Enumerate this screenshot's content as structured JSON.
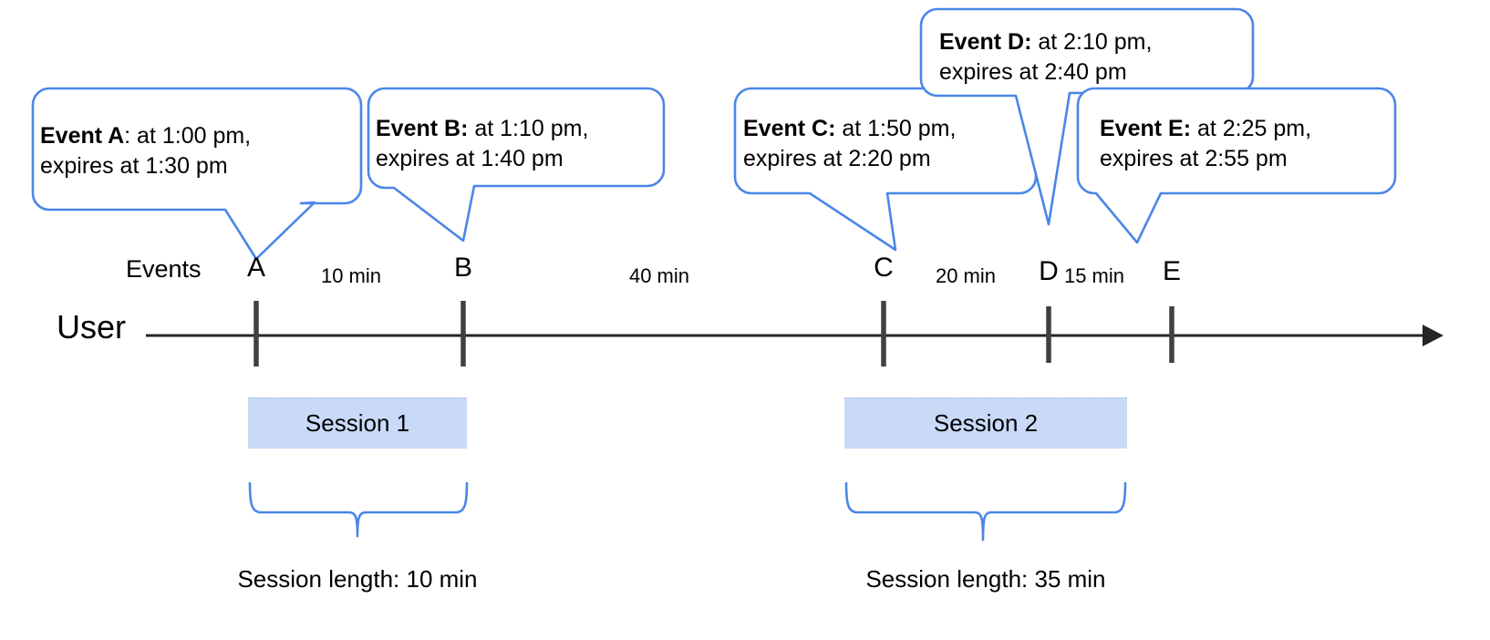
{
  "diagram": {
    "title_row_label": "User",
    "events_row_label": "Events",
    "accent_color": "#4a86e8",
    "session_fill_color": "#c9daf8",
    "axis_color": "#262626"
  },
  "callouts": [
    {
      "id": "A",
      "bold": "Event A",
      "separator": ":",
      "rest": " at 1:00 pm,",
      "line2": "expires at 1:30 pm"
    },
    {
      "id": "B",
      "bold": "Event B:",
      "separator": "",
      "rest": " at 1:10 pm,",
      "line2": "expires at 1:40 pm"
    },
    {
      "id": "C",
      "bold": "Event C:",
      "separator": "",
      "rest": " at 1:50 pm,",
      "line2": "expires at 2:20 pm"
    },
    {
      "id": "D",
      "bold": "Event D:",
      "separator": "",
      "rest": " at 2:10 pm,",
      "line2": "expires at 2:40 pm"
    },
    {
      "id": "E",
      "bold": "Event E:",
      "separator": "",
      "rest": " at 2:25 pm,",
      "line2": "expires at 2:55 pm"
    }
  ],
  "markers": [
    {
      "label": "A",
      "time": "1:00 pm"
    },
    {
      "label": "B",
      "time": "1:10 pm"
    },
    {
      "label": "C",
      "time": "1:50 pm"
    },
    {
      "label": "D",
      "time": "2:10 pm"
    },
    {
      "label": "E",
      "time": "2:25 pm"
    }
  ],
  "gaps": [
    {
      "label": "10 min",
      "from": "A",
      "to": "B"
    },
    {
      "label": "40 min",
      "from": "B",
      "to": "C"
    },
    {
      "label": "20 min",
      "from": "C",
      "to": "D"
    },
    {
      "label": "15 min",
      "from": "D",
      "to": "E"
    }
  ],
  "sessions": [
    {
      "name": "Session 1",
      "length_label": "Session length: 10 min"
    },
    {
      "name": "Session 2",
      "length_label": "Session length: 35 min"
    }
  ]
}
